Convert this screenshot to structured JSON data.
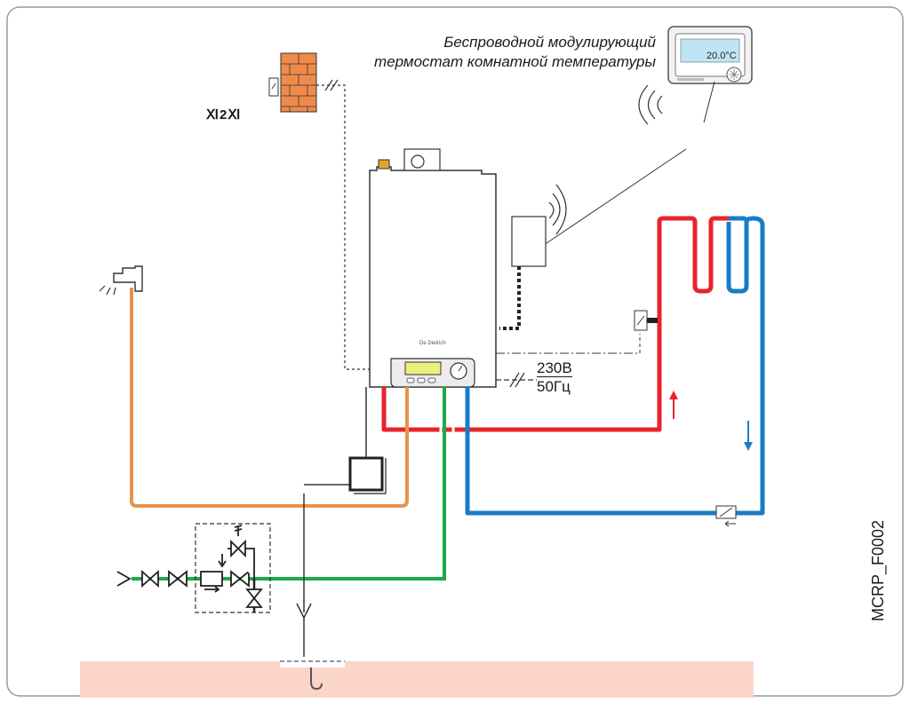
{
  "labels": {
    "thermostat_title_line1": "Беспроводной модулирующий",
    "thermostat_title_line2": "термостат комнатной температуры",
    "outdoor_sensor_code": "Ⅺ2Ⅺ",
    "voltage": "230В",
    "frequency": "50Гц",
    "thermostat_display": "20.0°C",
    "boiler_brand": "De Dietrich",
    "diagram_code": "MCRP_F0002"
  },
  "colors": {
    "flow_pipe": "#e8232b",
    "return_pipe": "#1a7cc4",
    "cold_water_pipe": "#1aaa4c",
    "hot_water_pipe": "#e8934a",
    "brick": "#f08a4b",
    "floor": "#fbd6c8"
  },
  "icons": {
    "outdoor_sensor": "wall-sensor-icon",
    "thermostat": "wireless-thermostat-icon",
    "receiver": "radio-receiver-icon",
    "tap": "water-tap-icon"
  }
}
